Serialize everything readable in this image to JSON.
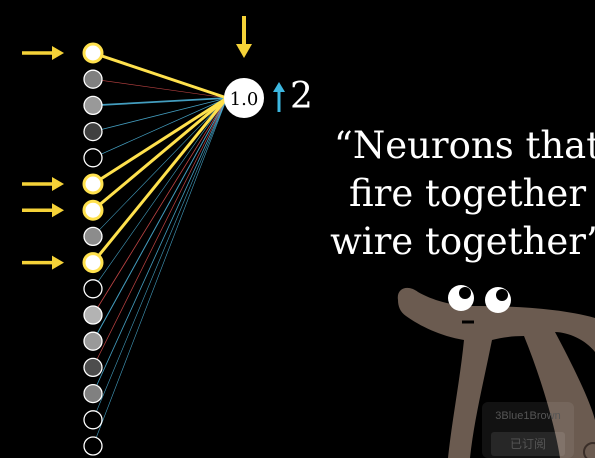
{
  "colors": {
    "background": "#000000",
    "active_edge": "#ffe14d",
    "positive_edge": "#4fb8e0",
    "negative_edge": "#e05050",
    "arrow": "#f5d238",
    "increase_arrow": "#3db7e0",
    "pi_body": "#6b5b50"
  },
  "network": {
    "neurons": [
      {
        "activation": 1.0,
        "active": true
      },
      {
        "activation": 0.5,
        "active": false
      },
      {
        "activation": 0.6,
        "active": false
      },
      {
        "activation": 0.25,
        "active": false
      },
      {
        "activation": 0.0,
        "active": false
      },
      {
        "activation": 1.0,
        "active": true
      },
      {
        "activation": 1.0,
        "active": true
      },
      {
        "activation": 0.55,
        "active": false
      },
      {
        "activation": 1.0,
        "active": true
      },
      {
        "activation": 0.0,
        "active": false
      },
      {
        "activation": 0.7,
        "active": false
      },
      {
        "activation": 0.6,
        "active": false
      },
      {
        "activation": 0.3,
        "active": false
      },
      {
        "activation": 0.5,
        "active": false
      },
      {
        "activation": 0.0,
        "active": false
      },
      {
        "activation": 0.0,
        "active": false
      }
    ],
    "edges": [
      {
        "kind": "active",
        "weight": 1.0
      },
      {
        "kind": "negative",
        "weight": 0.3
      },
      {
        "kind": "positive",
        "weight": 0.9
      },
      {
        "kind": "positive",
        "weight": 0.4
      },
      {
        "kind": "positive",
        "weight": 0.35
      },
      {
        "kind": "active",
        "weight": 1.0
      },
      {
        "kind": "active",
        "weight": 1.0
      },
      {
        "kind": "positive",
        "weight": 0.3
      },
      {
        "kind": "active",
        "weight": 1.0
      },
      {
        "kind": "positive",
        "weight": 0.3
      },
      {
        "kind": "negative",
        "weight": 0.4
      },
      {
        "kind": "positive",
        "weight": 0.5
      },
      {
        "kind": "negative",
        "weight": 0.35
      },
      {
        "kind": "positive",
        "weight": 0.4
      },
      {
        "kind": "positive",
        "weight": 0.3
      },
      {
        "kind": "positive",
        "weight": 0.3
      }
    ],
    "output_value": "1.0",
    "increase_label": "2"
  },
  "quote_lines": [
    "“Neurons that",
    "fire together",
    "wire together”"
  ],
  "watermark": {
    "channel": "3Blue1Brown",
    "subscribe": "已订阅"
  },
  "icons": {
    "input_arrow": "right-arrow-icon",
    "output_arrow": "down-arrow-icon",
    "increase_arrow": "up-arrow-icon",
    "mascot": "pi-creature-icon"
  }
}
